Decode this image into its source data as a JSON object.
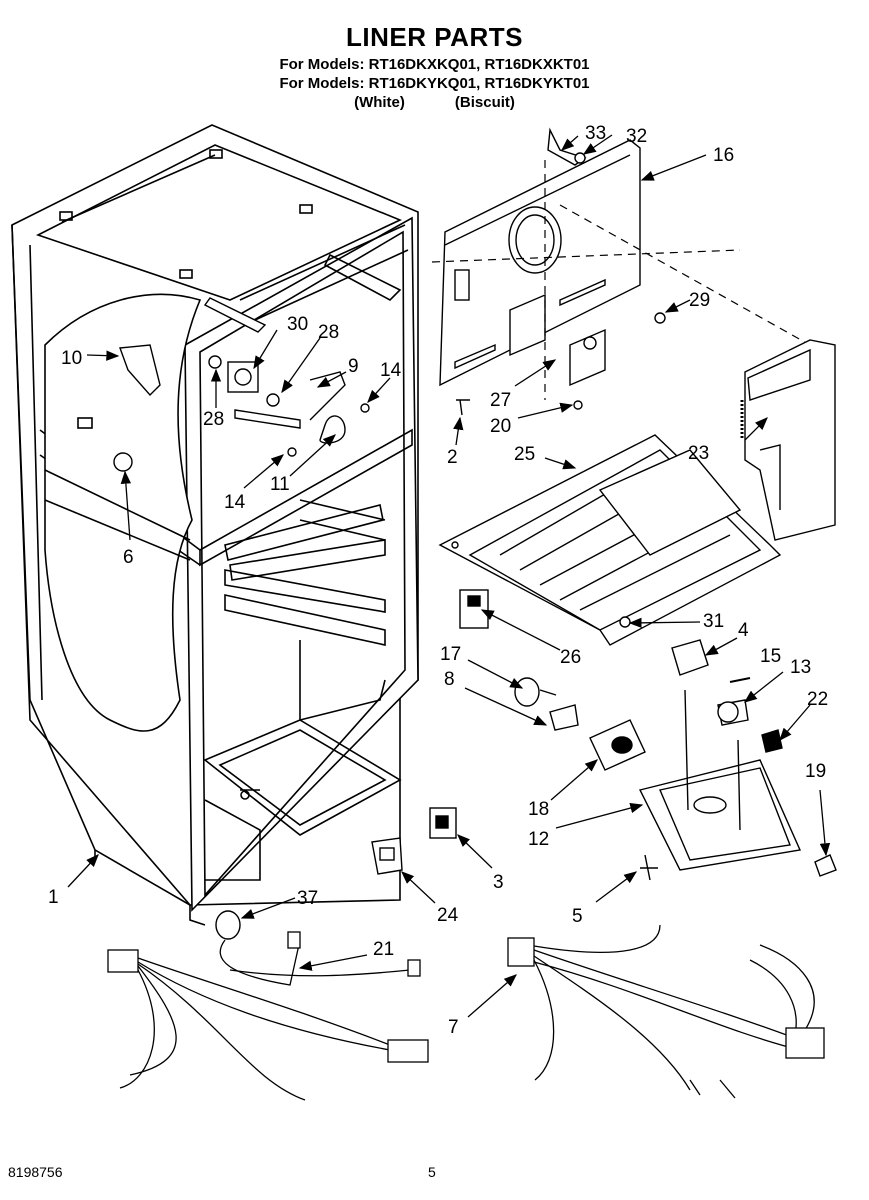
{
  "header": {
    "title": "LINER PARTS",
    "models_line_1": "For Models: RT16DKXKQ01, RT16DKXKT01",
    "models_line_2": "For Models: RT16DKYKQ01, RT16DKYKT01",
    "colors_line": "(White)            (Biscuit)"
  },
  "callouts": [
    "1",
    "2",
    "3",
    "4",
    "5",
    "6",
    "7",
    "8",
    "9",
    "10",
    "11",
    "12",
    "13",
    "14",
    "14",
    "15",
    "16",
    "17",
    "18",
    "19",
    "20",
    "21",
    "22",
    "23",
    "24",
    "25",
    "26",
    "27",
    "28",
    "28",
    "29",
    "30",
    "31",
    "32",
    "33",
    "37"
  ],
  "footer": {
    "document_number": "8198756",
    "page_number": "5"
  }
}
